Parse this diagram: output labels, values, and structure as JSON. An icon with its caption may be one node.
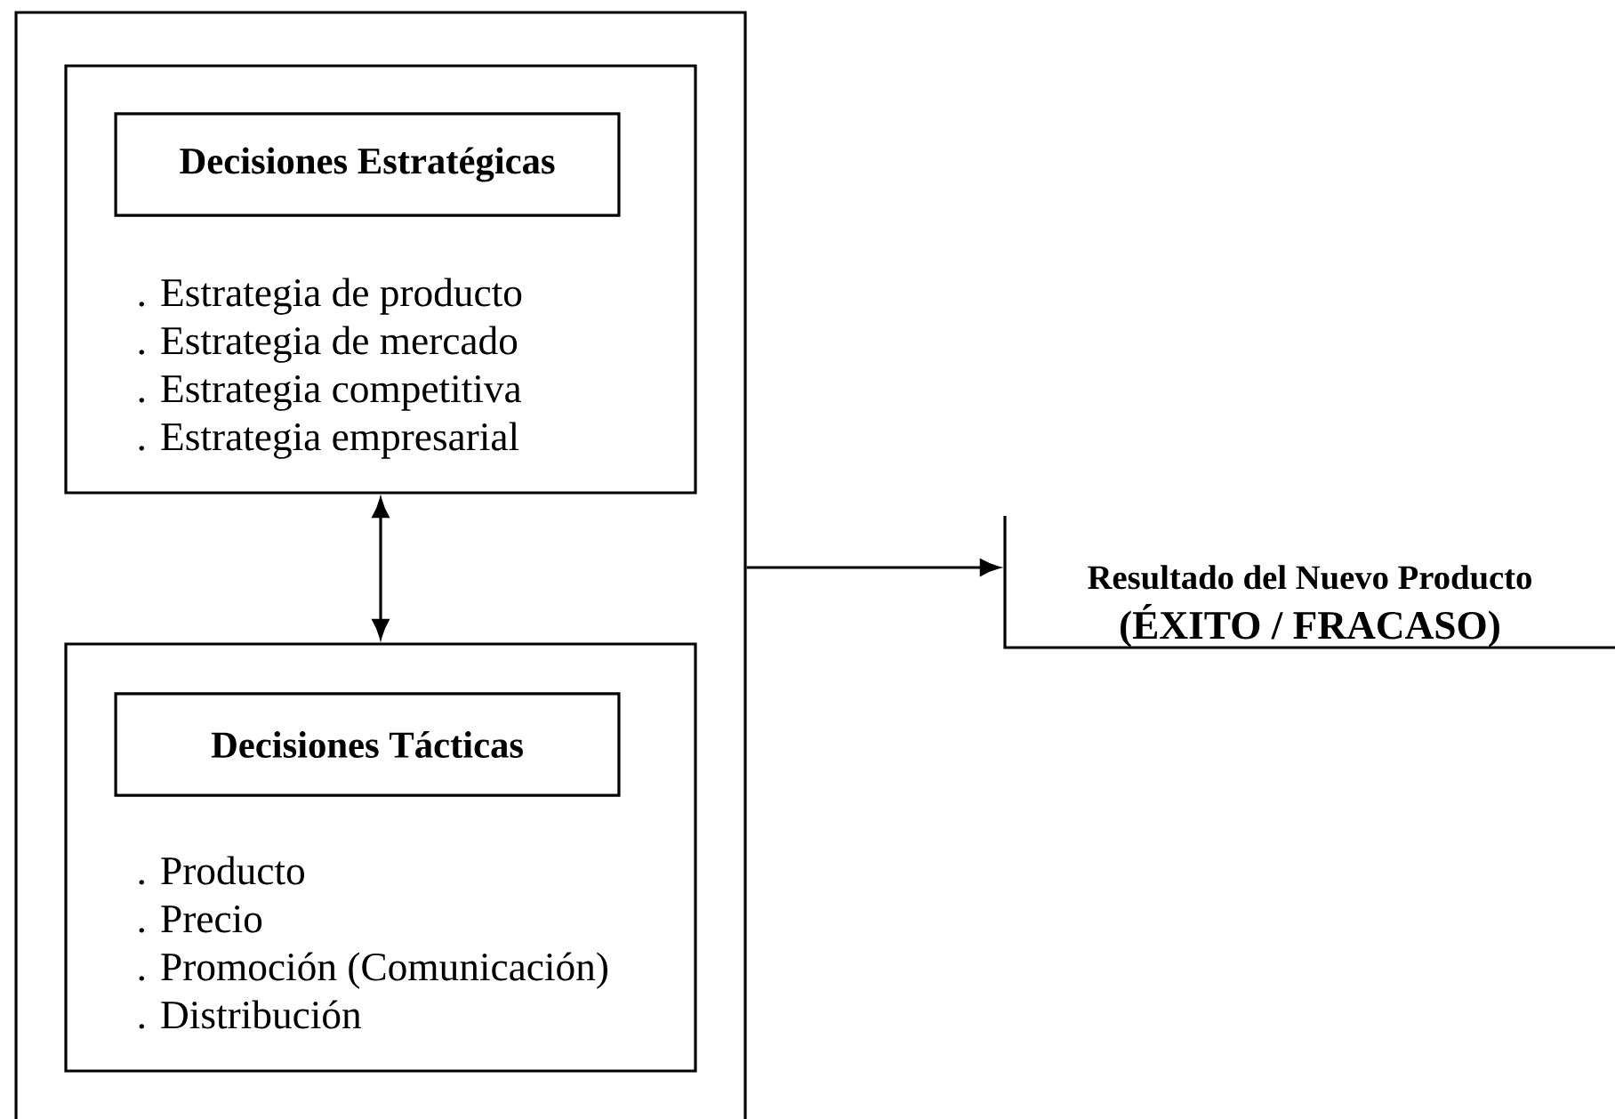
{
  "diagram": {
    "nodes": [
      {
        "text": [],
        "shape": "box"
      },
      {
        "text": [
          ". Estrategia de producto",
          ". Estrategia de mercado",
          ". Estrategia competitiva",
          ". Estrategia empresarial"
        ],
        "in": 0
      },
      {
        "text": [
          "Decisiones Estratégicas"
        ],
        "in": 1
      },
      {
        "text": [
          ". Producto",
          ". Precio",
          ". Promoción (Comunicación)",
          ". Distribución"
        ],
        "in": 0
      },
      {
        "text": [
          "Decisiones Tácticas"
        ],
        "in": 3
      },
      {
        "text": [
          "Resultado del Nuevo Producto",
          "(ÉXITO / FRACASO)"
        ]
      }
    ],
    "edges": [
      {
        "from": 1,
        "to": 3,
        "arrow": "both"
      },
      {
        "from": 0,
        "to": 5,
        "arrow": "to"
      }
    ]
  }
}
